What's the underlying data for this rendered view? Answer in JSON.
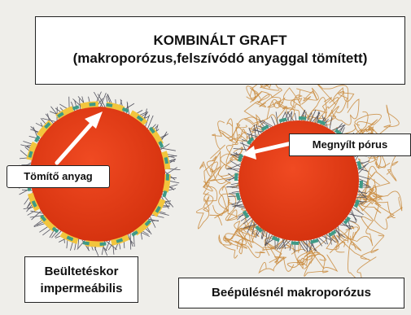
{
  "title": {
    "line1": "KOMBINÁLT GRAFT",
    "line2": "(makroporózus,felszívódó anyaggal tömített)"
  },
  "labels": {
    "sealant": "Tömítő anyag",
    "opened_pore": "Megnyílt pórus",
    "left_caption_line1": "Beültetéskor",
    "left_caption_line2": "impermeábilis",
    "right_caption": "Beépülésnél makroporózus"
  },
  "colors": {
    "background": "#efeeea",
    "graft_core": "#e8401c",
    "graft_core_edge": "#d6330f",
    "sealant_yellow": "#f2c53d",
    "teal_band": "#3f9a86",
    "fiber_lines": "#555560",
    "tissue_fibers": "#c98a3c",
    "arrow": "#ffffff"
  }
}
